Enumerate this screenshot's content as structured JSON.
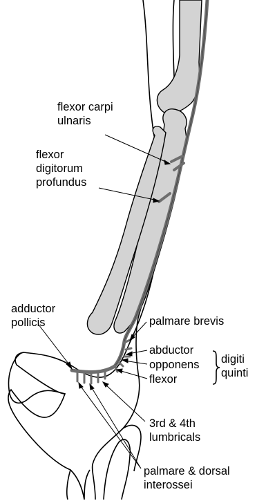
{
  "diagram": {
    "labels": {
      "flexor_carpi_ulnaris": [
        "flexor carpi",
        "ulnaris"
      ],
      "flexor_digitorum_profundus": [
        "flexor",
        "digitorum",
        "profundus"
      ],
      "adductor_pollicis": [
        "adductor",
        "pollicis"
      ],
      "palmare_brevis": "palmare brevis",
      "abductor": "abductor",
      "opponens": "opponens",
      "flexor": "flexor",
      "digiti_quinti": [
        "digiti",
        "quinti"
      ],
      "lumbricals": [
        "3rd & 4th",
        "lumbricals"
      ],
      "interossei": [
        "palmare & dorsal",
        "interossei"
      ]
    },
    "colors": {
      "outline": "#000000",
      "bone_fill": "#d3d3d3",
      "nerve": "#6e6e6e",
      "background": "#ffffff"
    }
  }
}
